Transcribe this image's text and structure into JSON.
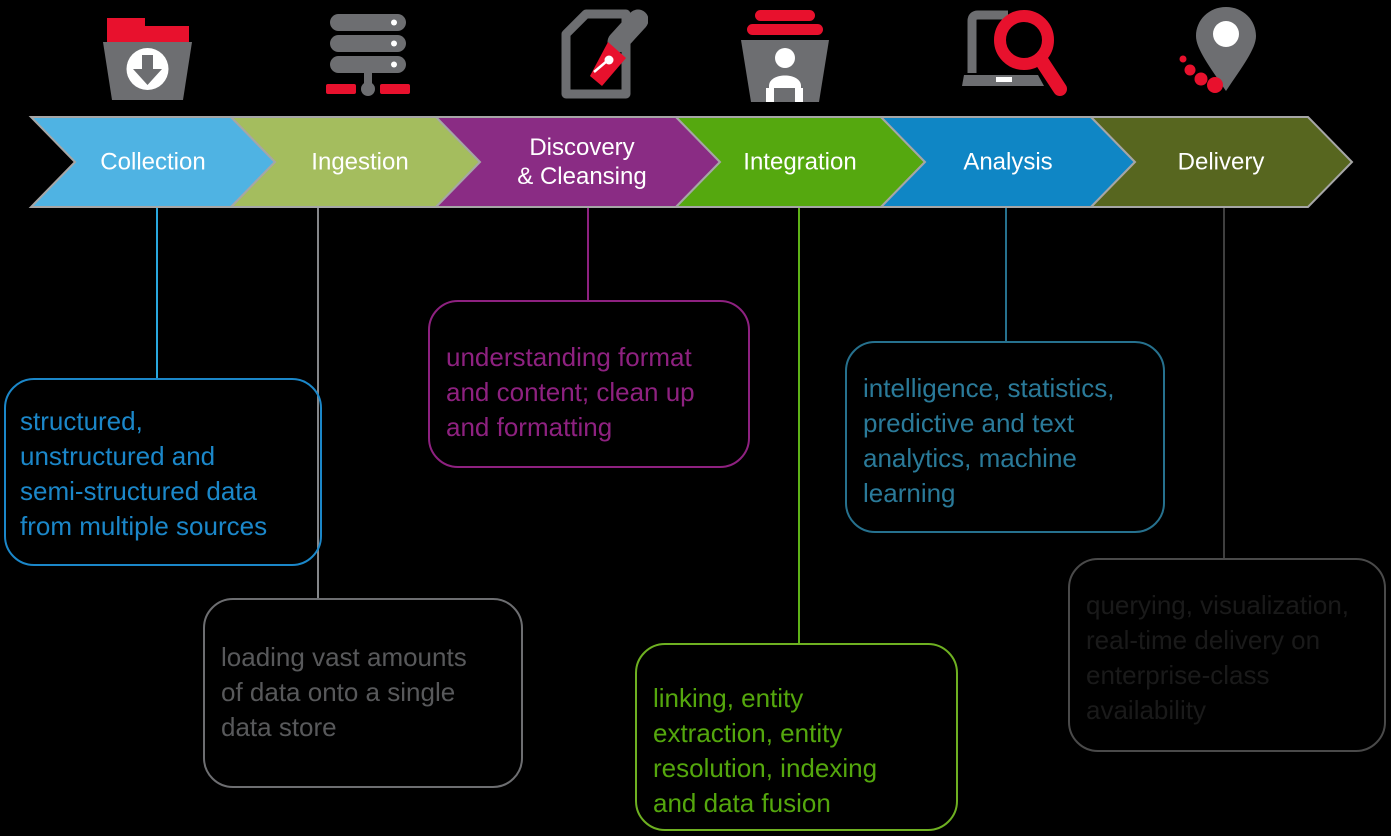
{
  "background_color": "#000000",
  "chevron_outline_color": "#A6A6A6",
  "stages": [
    {
      "label": "Collection",
      "label_lines": [
        "Collection"
      ],
      "icon": "folder-download-icon",
      "chevron_color": "#4FB3E3",
      "connector_color": "#29A8DF",
      "box_text_color": "#1B87C9",
      "box_lines": [
        "structured,",
        "unstructured and",
        "semi-structured data",
        "from multiple sources"
      ],
      "description": "structured, unstructured and semi-structured data from multiple sources"
    },
    {
      "label": "Ingestion",
      "label_lines": [
        "Ingestion"
      ],
      "icon": "server-stack-icon",
      "chevron_color": "#A4BD5E",
      "connector_color": "#85878A",
      "box_text_color": "#58595B",
      "box_lines": [
        "loading vast amounts",
        "of data onto a single",
        "data store"
      ],
      "description": "loading vast amounts of data onto a single data store"
    },
    {
      "label": "Discovery & Cleansing",
      "label_lines": [
        "Discovery",
        "&  Cleansing"
      ],
      "icon": "document-pen-icon",
      "chevron_color": "#8A2C84",
      "connector_color": "#8E2180",
      "box_text_color": "#8E2180",
      "box_lines": [
        "understanding format",
        "and content; clean up",
        "and formatting"
      ],
      "description": "understanding format and content; clean up and formatting"
    },
    {
      "label": "Integration",
      "label_lines": [
        "Integration"
      ],
      "icon": "data-box-user-icon",
      "chevron_color": "#55A80F",
      "connector_color": "#5EB117",
      "box_text_color": "#54A70D",
      "box_lines": [
        "linking, entity",
        "extraction, entity",
        "resolution, indexing",
        "and data fusion"
      ],
      "description": "linking, entity extraction, entity resolution, indexing and data fusion"
    },
    {
      "label": "Analysis",
      "label_lines": [
        "Analysis"
      ],
      "icon": "laptop-search-icon",
      "chevron_color": "#0F86C5",
      "connector_color": "#26718E",
      "box_text_color": "#2A7A99",
      "box_lines": [
        "intelligence, statistics,",
        "predictive and text",
        "analytics, machine",
        "learning"
      ],
      "description": "intelligence, statistics, predictive and text analytics, machine learning"
    },
    {
      "label": "Delivery",
      "label_lines": [
        "Delivery"
      ],
      "icon": "map-pin-icon",
      "chevron_color": "#57661F",
      "connector_color": "#3F3F3F",
      "box_text_color": "#1A1A1A",
      "box_lines": [
        "querying, visualization,",
        "real-time delivery on",
        "enterprise-class",
        "availability"
      ],
      "description": "querying, visualization, real-time delivery on enterprise-class availability"
    }
  ],
  "icon_colors": {
    "gray": "#6D6E71",
    "red": "#E8112D",
    "white": "#FFFFFF"
  }
}
